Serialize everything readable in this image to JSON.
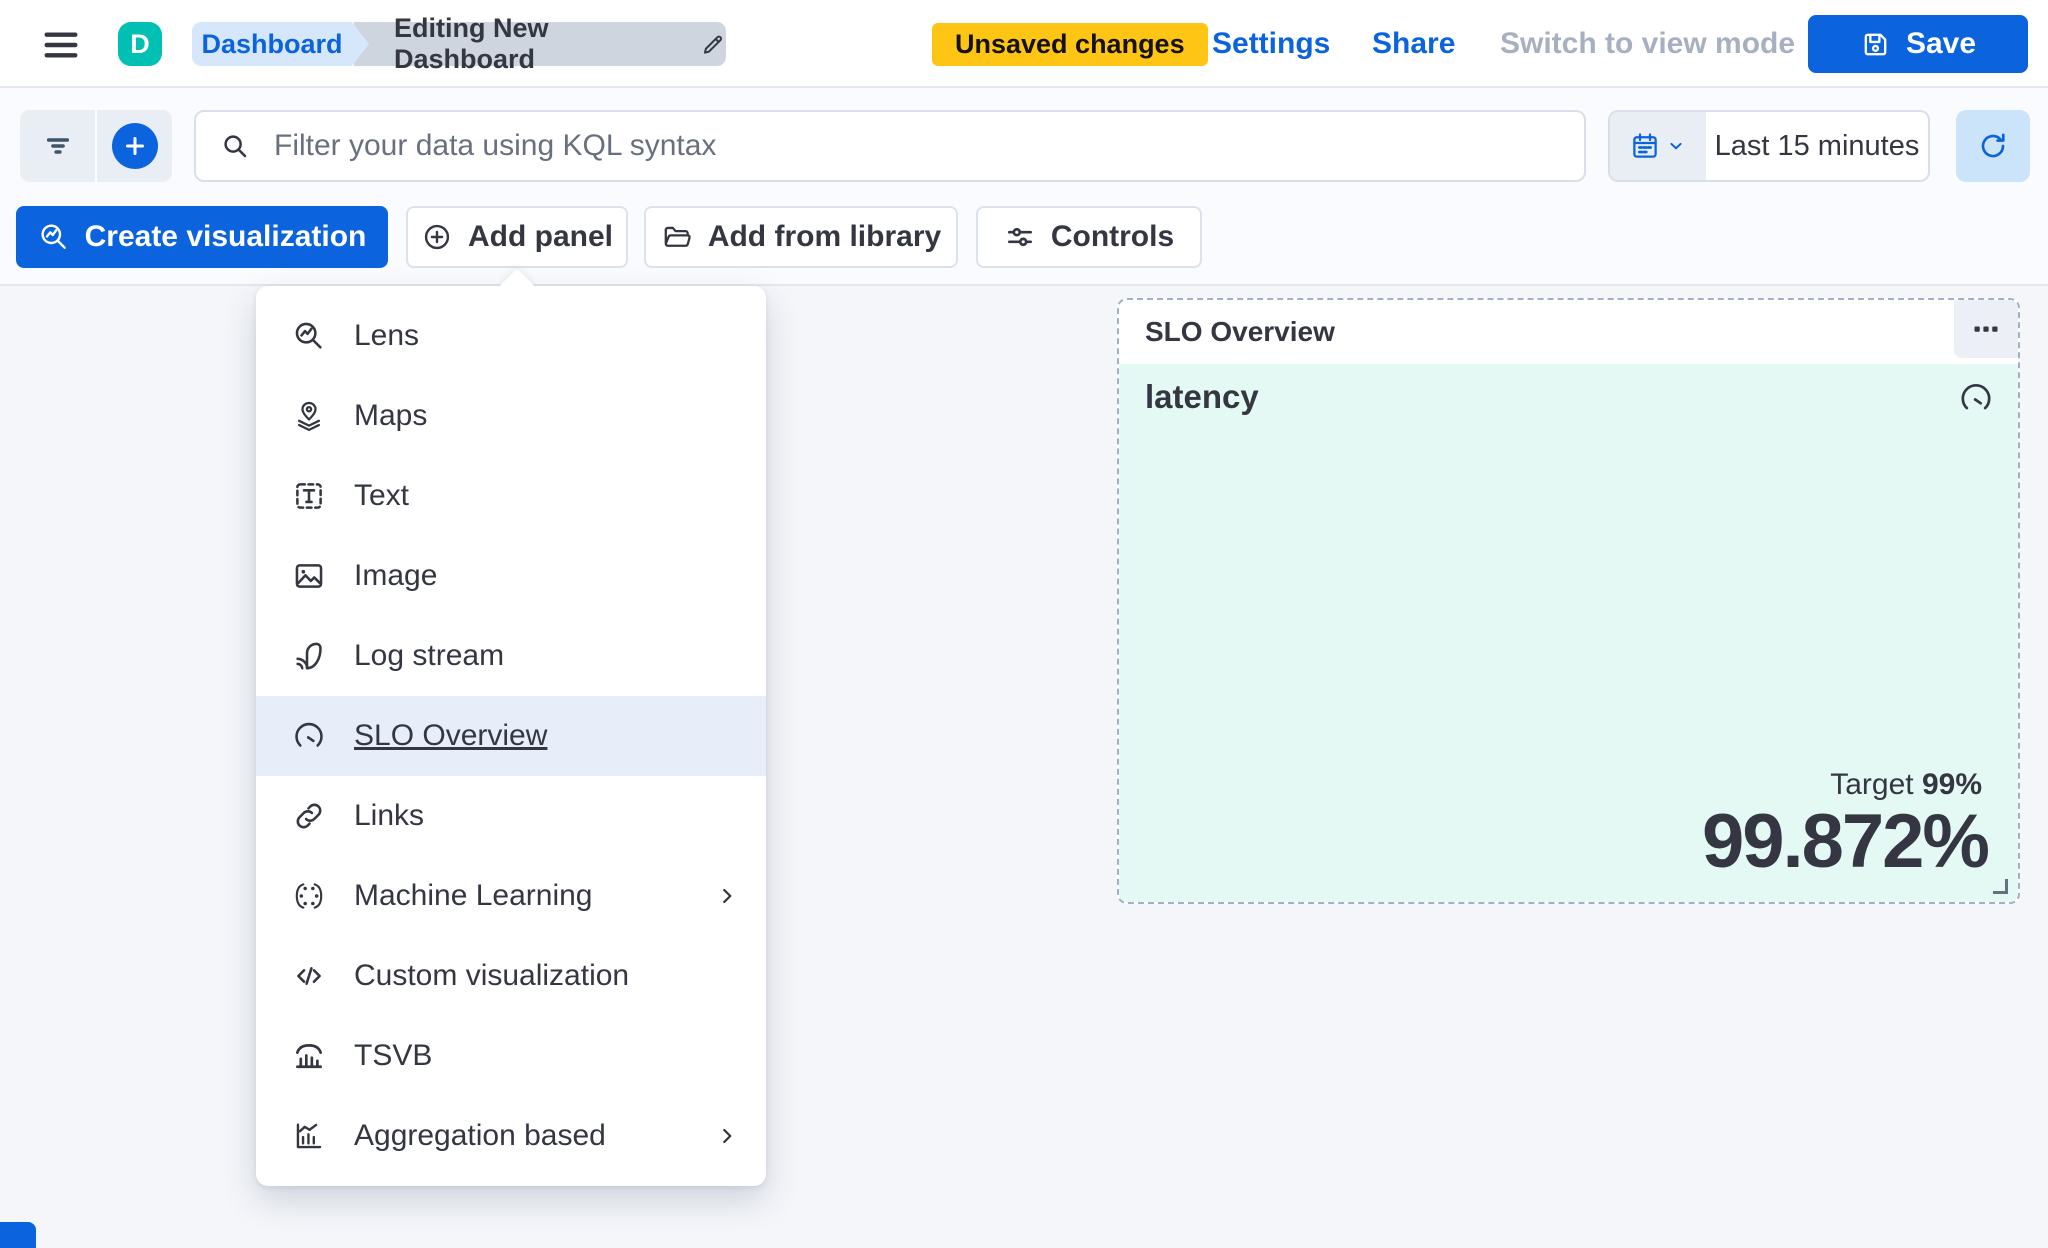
{
  "topbar": {
    "logo_letter": "D",
    "breadcrumb": {
      "root": "Dashboard",
      "current": "Editing New Dashboard"
    },
    "unsaved_badge": "Unsaved changes",
    "settings_label": "Settings",
    "share_label": "Share",
    "switch_view_label": "Switch to view mode",
    "save_label": "Save"
  },
  "querybar": {
    "kql_placeholder": "Filter your data using KQL syntax",
    "time_range": "Last 15 minutes"
  },
  "toolbar": {
    "create_visualization_label": "Create visualization",
    "add_panel_label": "Add panel",
    "add_from_library_label": "Add from library",
    "controls_label": "Controls"
  },
  "add_panel_menu": {
    "items": [
      {
        "label": "Lens",
        "icon": "lens",
        "selected": false,
        "has_submenu": false
      },
      {
        "label": "Maps",
        "icon": "maps",
        "selected": false,
        "has_submenu": false
      },
      {
        "label": "Text",
        "icon": "text",
        "selected": false,
        "has_submenu": false
      },
      {
        "label": "Image",
        "icon": "image",
        "selected": false,
        "has_submenu": false
      },
      {
        "label": "Log stream",
        "icon": "logstream",
        "selected": false,
        "has_submenu": false
      },
      {
        "label": "SLO Overview",
        "icon": "gauge",
        "selected": true,
        "has_submenu": false
      },
      {
        "label": "Links",
        "icon": "links",
        "selected": false,
        "has_submenu": false
      },
      {
        "label": "Machine Learning",
        "icon": "ml",
        "selected": false,
        "has_submenu": true
      },
      {
        "label": "Custom visualization",
        "icon": "code",
        "selected": false,
        "has_submenu": false
      },
      {
        "label": "TSVB",
        "icon": "tsvb",
        "selected": false,
        "has_submenu": false
      },
      {
        "label": "Aggregation based",
        "icon": "aggbased",
        "selected": false,
        "has_submenu": true
      }
    ]
  },
  "slo_panel": {
    "header": "SLO Overview",
    "slo_name": "latency",
    "target_label": "Target",
    "target_value": "99%",
    "value": "99.872%"
  },
  "colors": {
    "primary_blue": "#0B64DD",
    "logo_teal": "#00BFB3",
    "warning_badge_yellow": "#FEC514",
    "panel_tint_teal": "#E4F8F4",
    "text_dark": "#343741"
  }
}
